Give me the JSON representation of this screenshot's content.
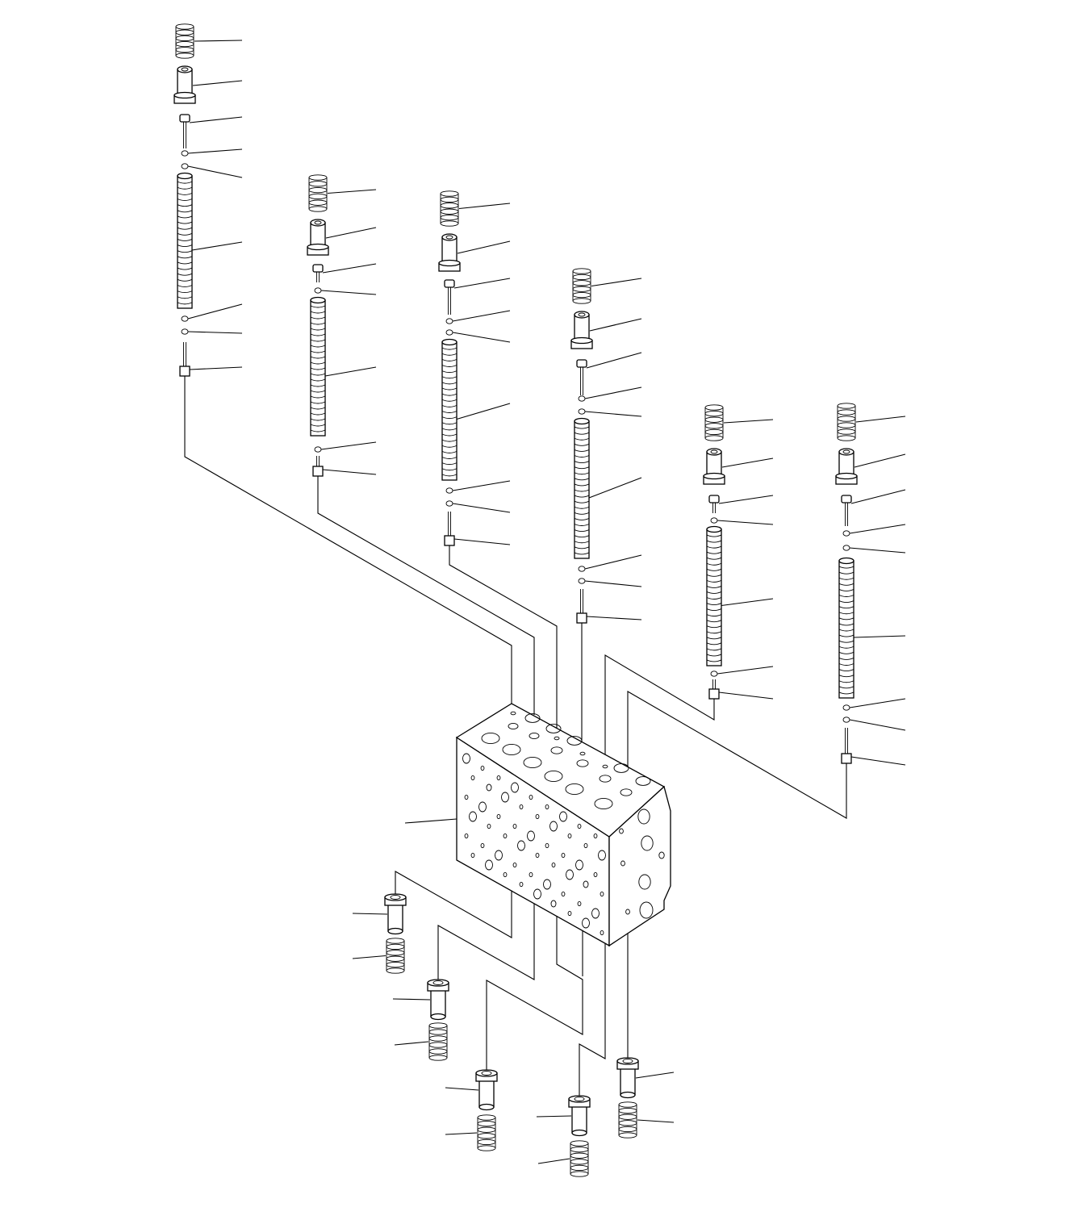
{
  "drawing": {
    "kind": "exploded parts view",
    "subject_icon": "control-valve-block-icon",
    "stroke_color": "#000000",
    "background_color": "#ffffff",
    "printed_text": []
  },
  "columns": [
    {
      "id": "col-1",
      "parts": [
        "spring",
        "retainer",
        "stopper",
        "ring",
        "ring",
        "spool",
        "ring",
        "ring",
        "plug"
      ]
    },
    {
      "id": "col-2",
      "parts": [
        "spring",
        "retainer",
        "stopper",
        "ring",
        "spool",
        "ring",
        "plug"
      ]
    },
    {
      "id": "col-3",
      "parts": [
        "spring",
        "retainer",
        "stopper",
        "ring",
        "ring",
        "spool",
        "ring",
        "ring",
        "plug"
      ]
    },
    {
      "id": "col-4",
      "parts": [
        "spring",
        "retainer",
        "stopper",
        "ring",
        "ring",
        "spool",
        "ring",
        "ring",
        "plug"
      ]
    },
    {
      "id": "col-5",
      "parts": [
        "spring",
        "retainer",
        "stopper",
        "ring",
        "spool",
        "ring",
        "plug"
      ]
    },
    {
      "id": "col-6",
      "parts": [
        "spring",
        "retainer",
        "stopper",
        "ring",
        "ring",
        "spool",
        "ring",
        "ring",
        "plug"
      ]
    }
  ],
  "lower_caps": [
    {
      "id": "lower-1",
      "parts": [
        "retainer",
        "spring"
      ]
    },
    {
      "id": "lower-2",
      "parts": [
        "retainer",
        "spring"
      ]
    },
    {
      "id": "lower-3",
      "parts": [
        "retainer",
        "spring"
      ]
    },
    {
      "id": "lower-4",
      "parts": [
        "retainer",
        "spring"
      ]
    },
    {
      "id": "lower-5",
      "parts": [
        "retainer",
        "spring"
      ]
    }
  ]
}
